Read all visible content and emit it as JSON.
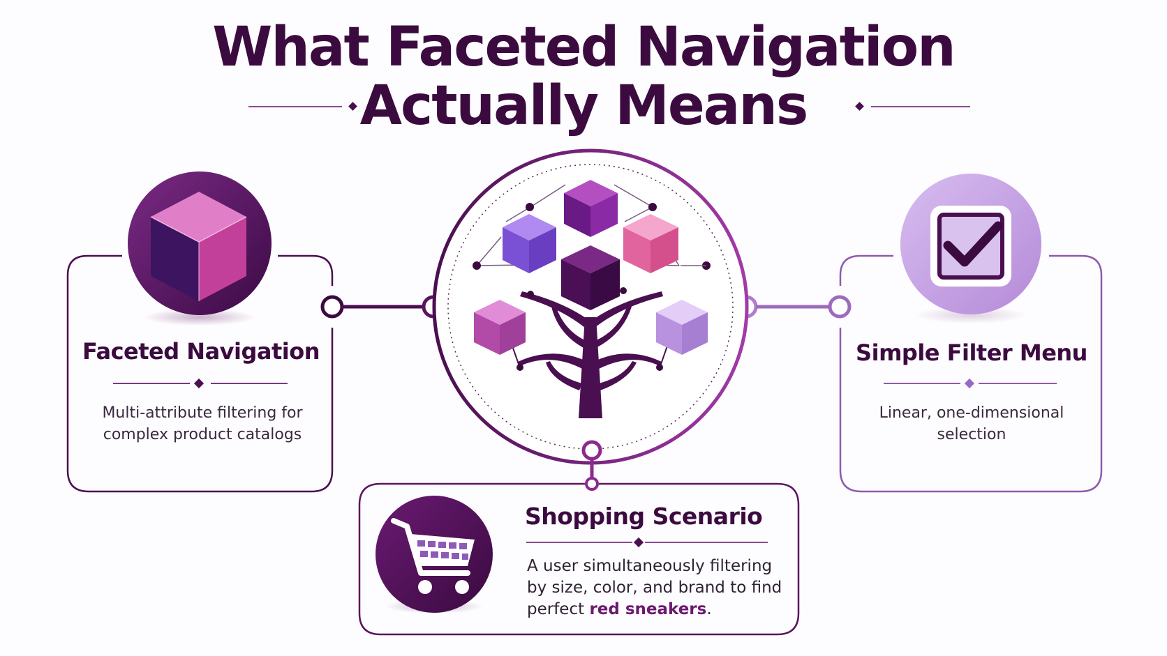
{
  "title": {
    "line1": "What Faceted Navigation",
    "line2": "Actually Means"
  },
  "cards": {
    "faceted": {
      "title": "Faceted Navigation",
      "description": "Multi-attribute filtering for complex product catalogs",
      "icon": "cube-icon"
    },
    "simple": {
      "title": "Simple Filter Menu",
      "description": "Linear, one-dimensional selection",
      "icon": "checkbox-check-icon"
    },
    "shopping": {
      "title": "Shopping Scenario",
      "description_prefix": "A user simultaneously filtering by size, color, and brand to find perfect ",
      "description_highlight": "red sneakers",
      "description_suffix": ".",
      "icon": "shopping-cart-icon"
    }
  },
  "center": {
    "icon": "cube-tree-icon"
  },
  "colors": {
    "primary": "#4a0f50",
    "accent": "#8b2a8f",
    "lavender": "#c9a8e3",
    "pink": "#d9579b"
  }
}
